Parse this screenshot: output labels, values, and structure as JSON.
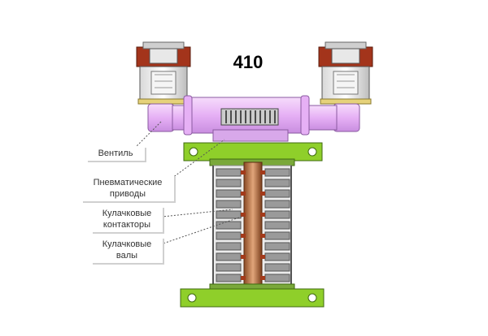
{
  "diagram": {
    "title": "410",
    "labels": {
      "valve": "Вентиль",
      "pneumatic_drives": [
        "Пневматические",
        "приводы"
      ],
      "cam_contactors": [
        "Кулачковые",
        "контакторы"
      ],
      "cam_shafts": [
        "Кулачковые",
        "валы"
      ]
    }
  },
  "colors": {
    "frame_green": "#8fcf2a",
    "pipe_violet": "#e9b8f7",
    "contact_red": "#a33a1a",
    "shaft_copper": "#c98a5a",
    "contactor_grey": "#b5b5b5"
  }
}
